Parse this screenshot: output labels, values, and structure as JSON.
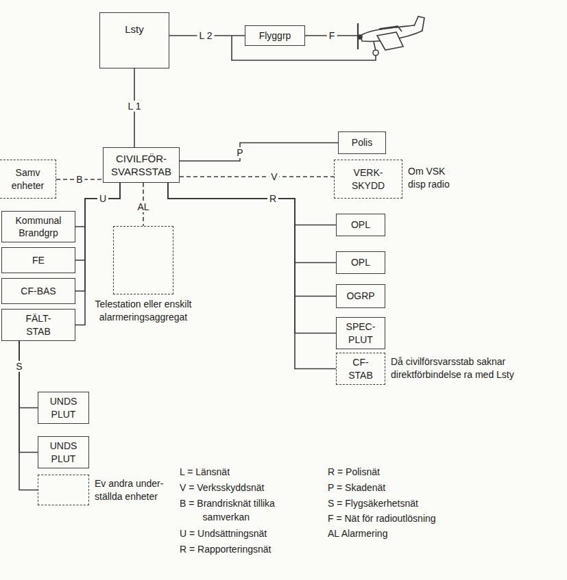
{
  "diagram": {
    "nodes": [
      {
        "text": [
          "Lsty"
        ]
      },
      {
        "text": [
          "Flyggrp"
        ]
      },
      {
        "text": [
          "Polis"
        ]
      },
      {
        "text": [
          "Samv enheter"
        ]
      },
      {
        "text": [
          "CIVILFÖR- SVARSSTAB"
        ]
      },
      {
        "text": [
          "VERK- SKYDD",
          "Om VSK disp radio"
        ]
      },
      {
        "text": [
          "Kommunal Brandgrp"
        ]
      },
      {
        "text": [
          "FE"
        ]
      },
      {
        "text": [
          "CF-BAS"
        ]
      },
      {
        "text": [
          "FÄLT- STAB"
        ]
      },
      {
        "text": [
          "Telestation eller enskilt alarmeringsaggregat"
        ]
      },
      {
        "text": [
          "OPL"
        ]
      },
      {
        "text": [
          "OPL"
        ]
      },
      {
        "text": [
          "OGRP"
        ]
      },
      {
        "text": [
          "SPEC- PLUT"
        ]
      },
      {
        "text": [
          "CF- STAB",
          "Då civilförsvarsstab saknar direktförbindelse ra med Lsty"
        ]
      },
      {
        "text": [
          "UNDS PLUT"
        ]
      },
      {
        "text": [
          "UNDS PLUT"
        ]
      },
      {
        "text": [
          "Ev andra under- ställda enheter"
        ]
      }
    ],
    "edges": [
      {
        "from": 0,
        "to": 1,
        "arrow": "none",
        "label": "L 2"
      },
      {
        "from": 0,
        "to": 4,
        "arrow": "none",
        "label": "L 1"
      },
      {
        "from": 4,
        "to": 2,
        "arrow": "none",
        "label": "P"
      },
      {
        "from": 3,
        "to": 4,
        "arrow": "none",
        "label": "B"
      },
      {
        "from": 4,
        "to": 5,
        "arrow": "none",
        "label": "V"
      },
      {
        "from": 4,
        "to": 10,
        "arrow": "none",
        "label": "AL"
      },
      {
        "from": 4,
        "to": 6,
        "arrow": "none",
        "label": "U"
      },
      {
        "from": 4,
        "to": 7,
        "arrow": "none"
      },
      {
        "from": 4,
        "to": 8,
        "arrow": "none"
      },
      {
        "from": 4,
        "to": 9,
        "arrow": "none"
      },
      {
        "from": 4,
        "to": 11,
        "arrow": "none",
        "label": "R"
      },
      {
        "from": 4,
        "to": 12,
        "arrow": "none"
      },
      {
        "from": 4,
        "to": 13,
        "arrow": "none"
      },
      {
        "from": 4,
        "to": 14,
        "arrow": "none"
      },
      {
        "from": 4,
        "to": 15,
        "arrow": "none"
      },
      {
        "from": 9,
        "to": 16,
        "arrow": "none",
        "label": "S"
      },
      {
        "from": 9,
        "to": 17,
        "arrow": "none"
      },
      {
        "from": 9,
        "to": 18,
        "arrow": "none"
      }
    ],
    "labels": [
      "F"
    ],
    "legend": [
      {
        "text": "L = Länsnät"
      },
      {
        "text": "V = Verksskyddsnät"
      },
      {
        "text": "B = Brandrisknät tillika samverkan"
      },
      {
        "text": "U = Undsättningsnät"
      },
      {
        "text": "R = Rapporteringsnät"
      },
      {
        "text": "R = Polisnät"
      },
      {
        "text": "P = Skadenät"
      },
      {
        "text": "S = Flygsäkerhetsnät"
      },
      {
        "text": "F = Nät för radioutlösning"
      },
      {
        "text": "AL Alarmering"
      }
    ]
  }
}
